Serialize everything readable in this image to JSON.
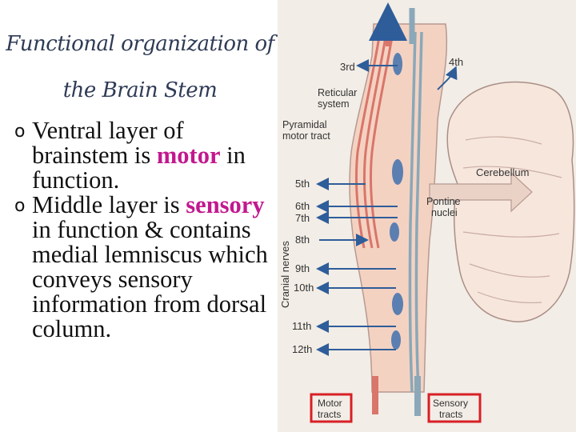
{
  "slide": {
    "title_line1": "Functional organization of",
    "title_line2": "the Brain Stem",
    "bullet_mark": "o",
    "bullet1": {
      "pre": "Ventral layer of brainstem is ",
      "highlight": "motor",
      "post": " in function."
    },
    "bullet2": {
      "pre": "Middle layer is ",
      "highlight": "sensory",
      "post": " in function & contains medial lemniscus which conveys sensory information from dorsal column."
    }
  },
  "diagram": {
    "labels": {
      "third": "3rd",
      "fourth": "4th",
      "reticular": "Reticular",
      "system": "system",
      "pyramidal": "Pyramidal",
      "motor_tract": "motor tract",
      "fifth": "5th",
      "sixth": "6th",
      "seventh": "7th",
      "eighth": "8th",
      "ninth": "9th",
      "tenth": "10th",
      "eleventh": "11th",
      "twelfth": "12th",
      "cranial_nerves": "Cranial nerves",
      "cerebellum": "Cerebellum",
      "pontine": "Pontine",
      "nuclei": "nuclei",
      "motor": "Motor",
      "sensory": "Sensory",
      "tracts": "tracts"
    },
    "colors": {
      "brainstem": "#f4d2c2",
      "motor_fibers": "#d9756a",
      "sensory_fibers": "#8aa8b8",
      "nerve_arrows": "#2e5d9a",
      "cerebellum": "#f7e6dc",
      "highlight_box": "#d81f26"
    }
  }
}
